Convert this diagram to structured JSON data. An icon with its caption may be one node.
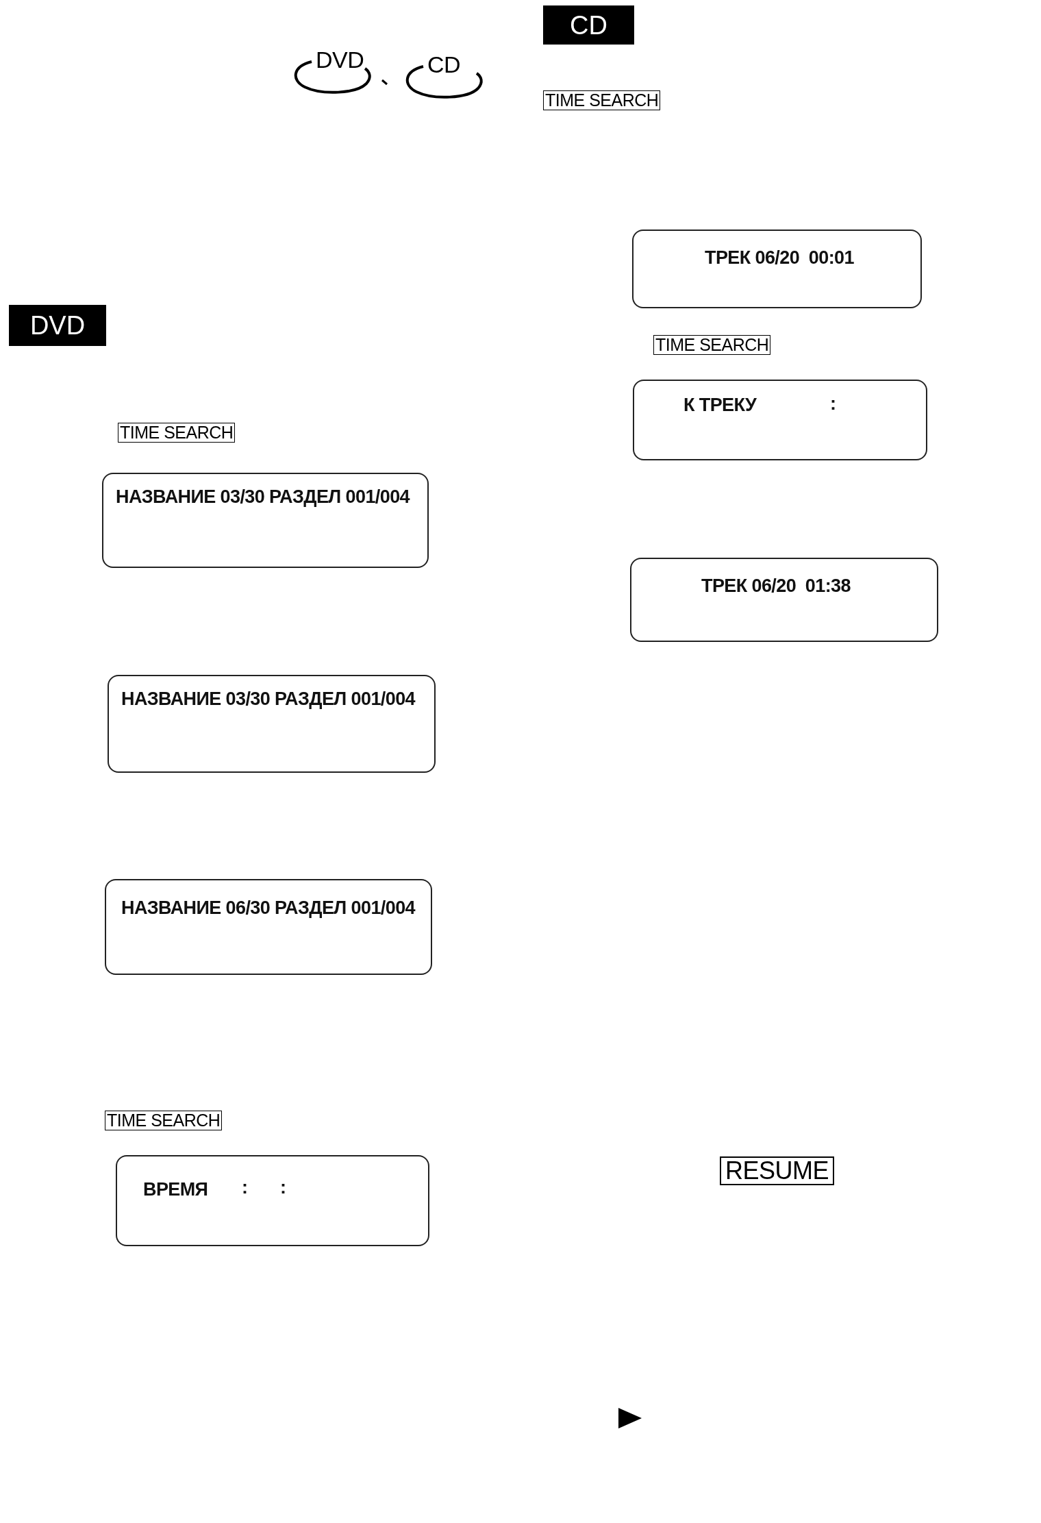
{
  "diagram": {
    "nodes": [
      {
        "text": [
          "ТРЕК 06/20  00:01"
        ]
      },
      {
        "text": [
          "К ТРЕКУ",
          ":"
        ]
      },
      {
        "text": [
          "НАЗВАНИЕ 03/30 РАЗДЕЛ 001/004"
        ]
      },
      {
        "text": [
          "ТРЕК 06/20  01:38"
        ]
      },
      {
        "text": [
          "НАЗВАНИЕ 03/30 РАЗДЕЛ 001/004"
        ]
      },
      {
        "text": [
          "НАЗВАНИЕ 06/30 РАЗДЕЛ 001/004"
        ]
      },
      {
        "text": [
          "ВРЕМЯ",
          ":",
          ":"
        ]
      }
    ],
    "labels": [
      "CD",
      "DVD",
      "CD",
      "TIME SEARCH",
      "DVD",
      "TIME SEARCH",
      "TIME SEARCH",
      "TIME SEARCH",
      "RESUME"
    ]
  }
}
